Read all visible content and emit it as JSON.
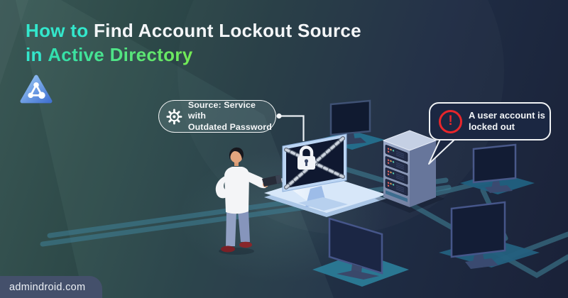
{
  "title": {
    "line1_accent": "How to ",
    "line1_bold": "Find Account Lockout Source",
    "line2_accent": "in ",
    "line2_highlight": "Active Directory"
  },
  "callout": {
    "icon": "gear-icon",
    "line1": "Source: Service with",
    "line2": "Outdated Password"
  },
  "alert": {
    "icon": "alert-icon",
    "line1": "A user account is",
    "line2": "locked out"
  },
  "footer": {
    "site": "admindroid.com"
  },
  "logo": {
    "name": "admindroid-logo"
  },
  "scene": {
    "objects": [
      "person-with-flashlight",
      "locked-monitor-with-chains-and-padlock",
      "server-rack",
      "workstation-monitor-top",
      "workstation-monitor-right",
      "workstation-monitor-bottom-right",
      "workstation-monitor-bottom-back",
      "network-links"
    ]
  },
  "colors": {
    "accent_teal": "#33E7CC",
    "accent_green": "#74EA54",
    "title_white": "#F4F6F8",
    "alert_red": "#E8262B",
    "logo_blue": "#4C7FD9",
    "network_teal": "#3E7A90",
    "platform_light": "#D7E7F9",
    "badge_bg": "#44506B",
    "background_teal": "#2E4A49",
    "background_navy": "#1A2138"
  }
}
